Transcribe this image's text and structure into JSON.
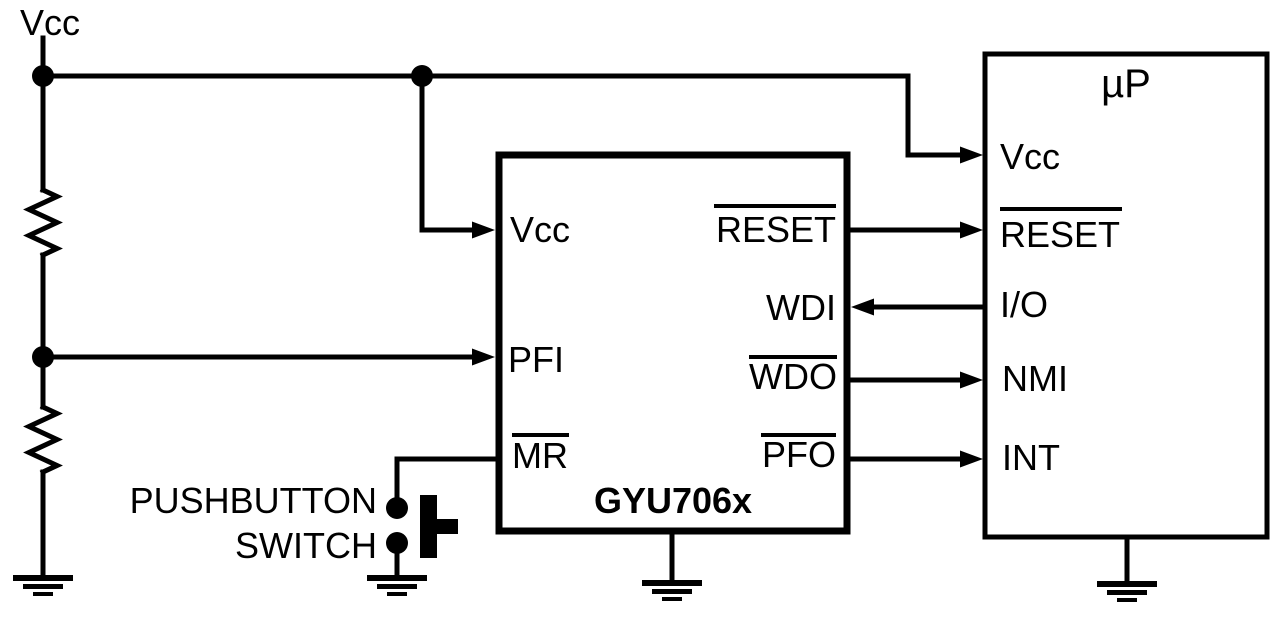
{
  "diagram": {
    "type": "circuit-schematic",
    "colors": {
      "line": "#000000",
      "background": "#ffffff"
    },
    "power_rail": {
      "label": "Vcc"
    },
    "pushbutton": {
      "line1": "PUSHBUTTON",
      "line2": "SWITCH"
    },
    "supervisor": {
      "name": "GYU706x",
      "pins": {
        "vcc": "Vcc",
        "pfi": "PFI",
        "mr": "MR",
        "reset": "RESET",
        "wdi": "WDI",
        "wdo": "WDO",
        "pfo": "PFO"
      },
      "active_low_pins": [
        "MR",
        "RESET",
        "WDO",
        "PFO"
      ]
    },
    "micro": {
      "name": "µP",
      "pins": {
        "vcc": "Vcc",
        "reset": "RESET",
        "io": "I/O",
        "nmi": "NMI",
        "int": "INT"
      },
      "active_low_pins": [
        "RESET"
      ]
    },
    "connections": [
      {
        "from": "Vcc rail",
        "to": "GYU706x Vcc"
      },
      {
        "from": "Vcc rail",
        "to": "µP Vcc"
      },
      {
        "from": "resistor divider tap",
        "to": "GYU706x PFI"
      },
      {
        "from": "pushbutton switch",
        "to": "GYU706x MR"
      },
      {
        "from": "GYU706x RESET",
        "to": "µP RESET"
      },
      {
        "from": "µP I/O",
        "to": "GYU706x WDI"
      },
      {
        "from": "GYU706x WDO",
        "to": "µP NMI"
      },
      {
        "from": "GYU706x PFO",
        "to": "µP INT"
      }
    ]
  }
}
